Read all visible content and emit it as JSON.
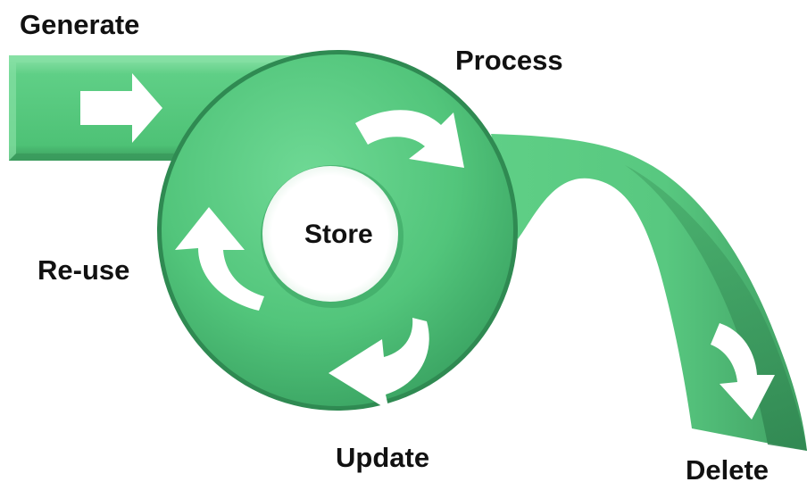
{
  "diagram": {
    "title": "",
    "stages": {
      "generate": "Generate",
      "process": "Process",
      "store": "Store",
      "reuse": "Re-use",
      "update": "Update",
      "delete": "Delete"
    },
    "colors": {
      "ribbon_light": "#5fcf86",
      "ribbon_mid": "#4ec276",
      "ribbon_dark": "#3a9a5c",
      "circle_fill": "#52c57b",
      "circle_rim": "#2f8a52",
      "arrow_fill": "#ffffff",
      "text": "#111111"
    },
    "icons": {
      "generate_arrow": "right-arrow-icon",
      "cycle_arrows": "curved-arrow-icon",
      "delete_arrow": "down-arrow-icon"
    }
  }
}
